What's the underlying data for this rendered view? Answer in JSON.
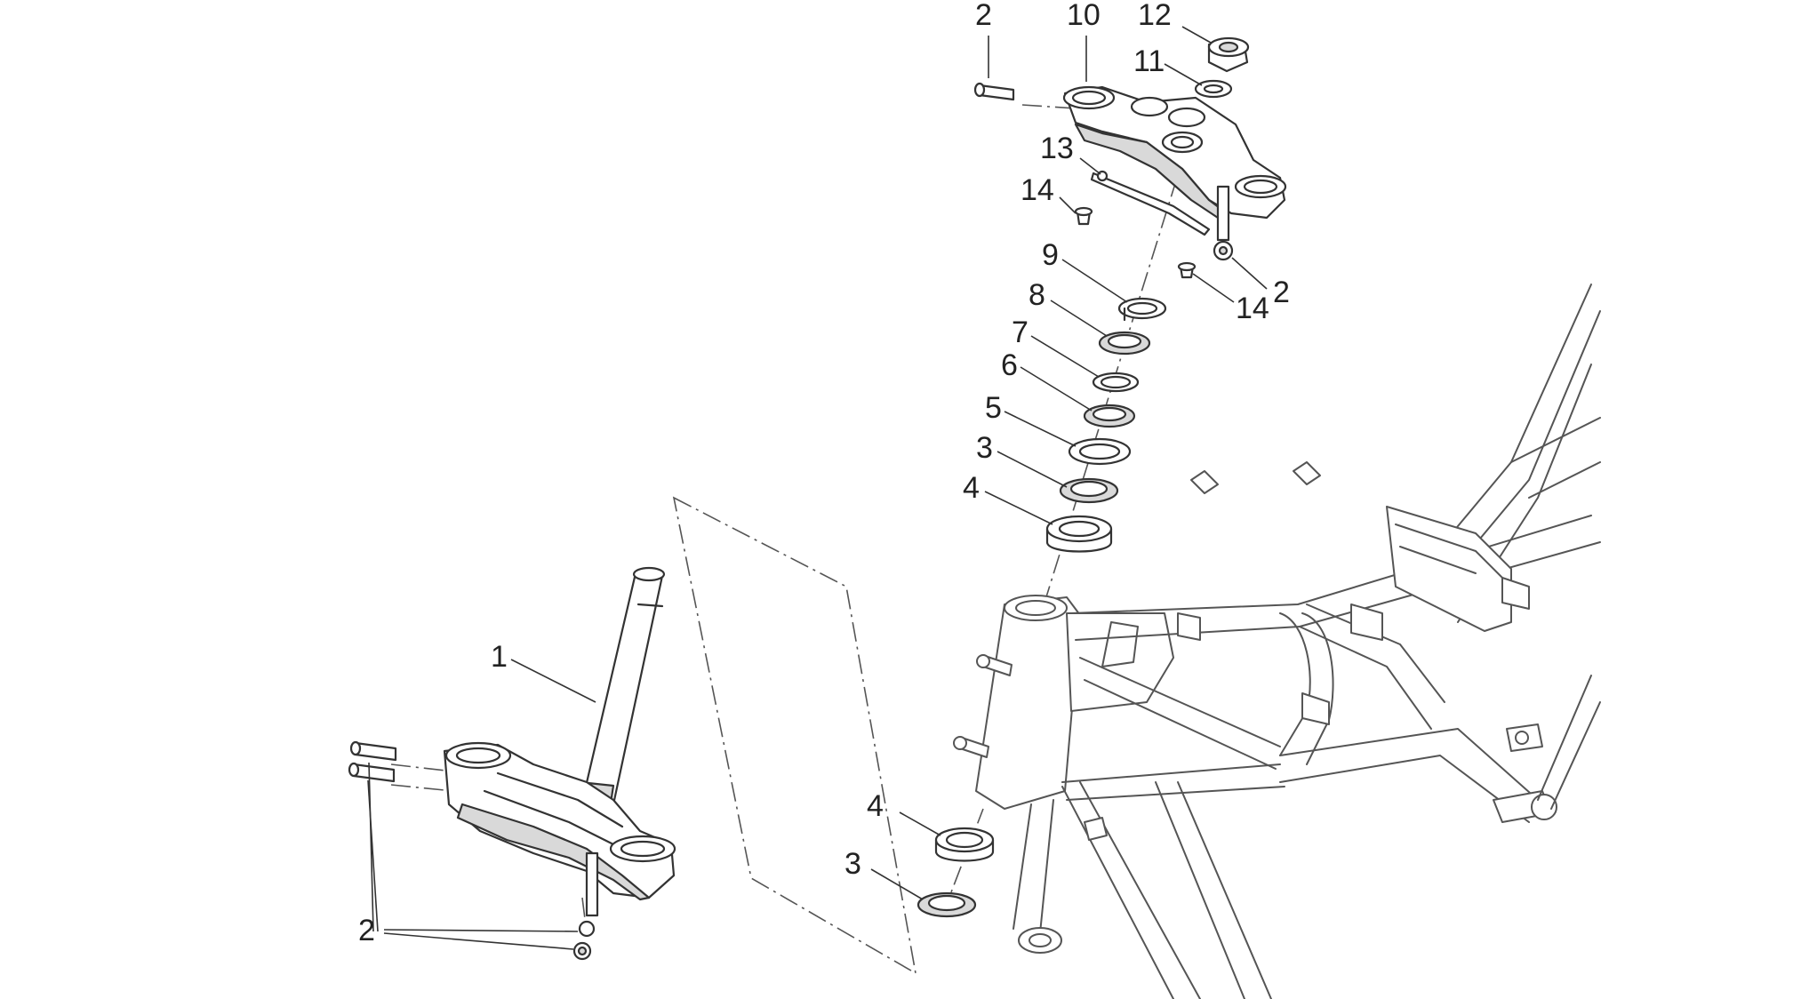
{
  "callouts": {
    "c1": "1",
    "c2_top": "2",
    "c2_right": "2",
    "c2_bottom": "2",
    "c3_upper": "3",
    "c3_lower": "3",
    "c4_upper": "4",
    "c4_lower": "4",
    "c5": "5",
    "c6": "6",
    "c7": "7",
    "c8": "8",
    "c9": "9",
    "c10": "10",
    "c11": "11",
    "c12": "12",
    "c13": "13",
    "c14_left": "14",
    "c14_right": "14"
  }
}
